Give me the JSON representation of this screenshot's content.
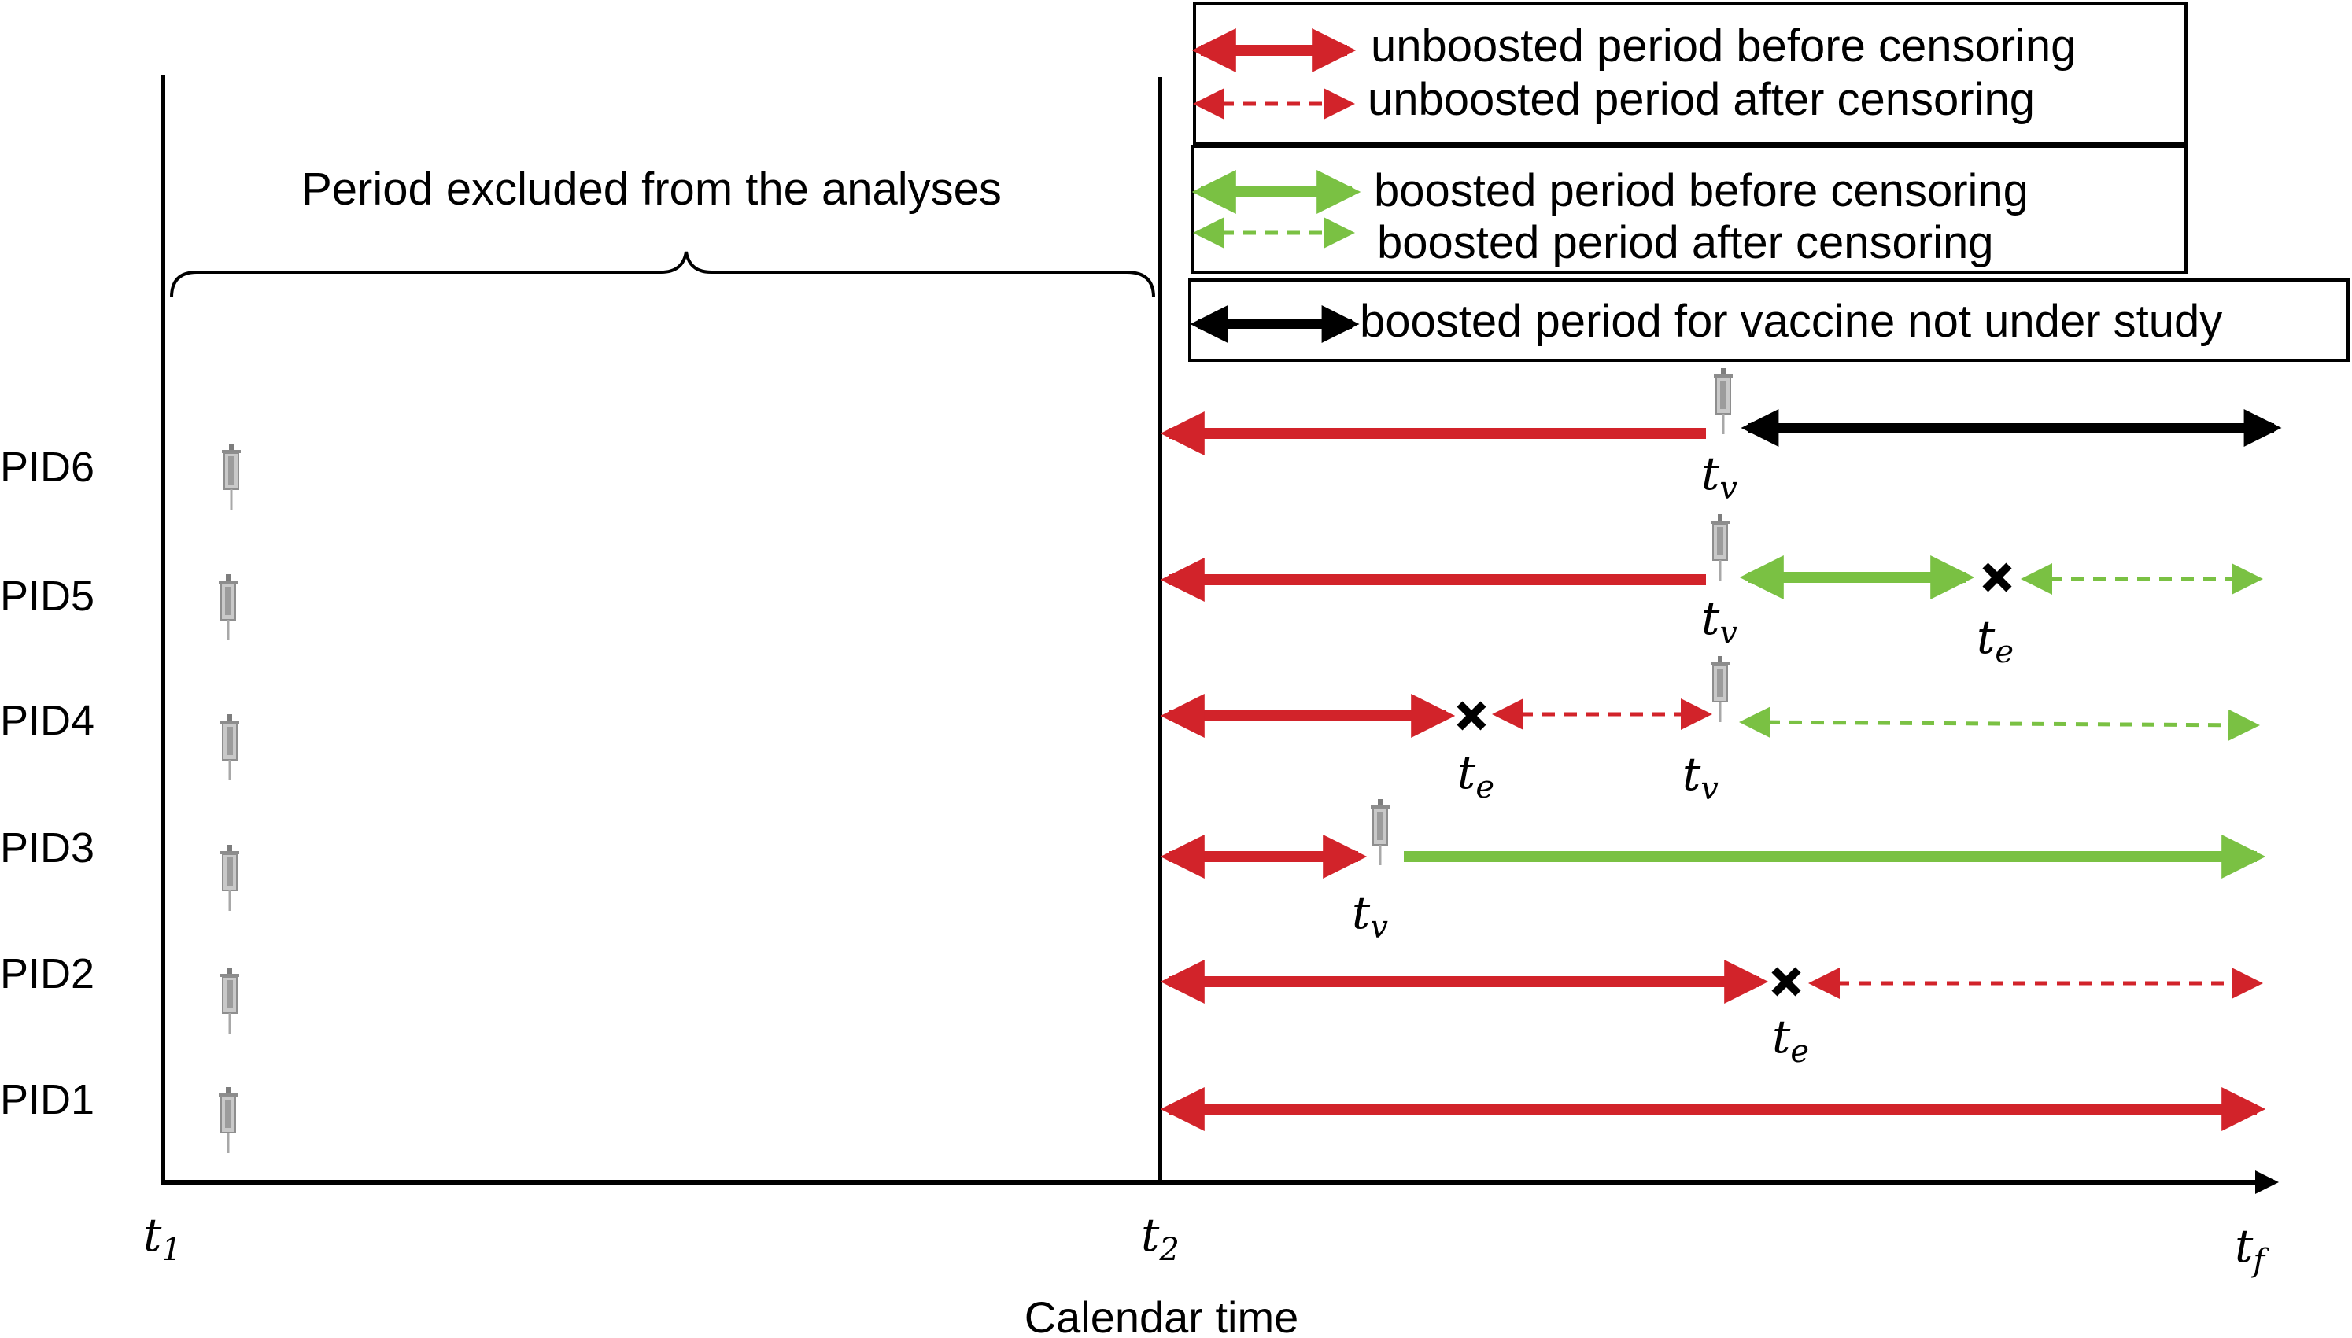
{
  "title": "",
  "colors": {
    "unboosted": "#d2232a",
    "boosted": "#7ac143",
    "other_vaccine": "#000000",
    "axis": "#000000",
    "syringe": "#9a9a9a"
  },
  "legend": [
    {
      "style": "solid",
      "color": "unboosted",
      "label": "unboosted period before censoring"
    },
    {
      "style": "dashed",
      "color": "unboosted",
      "label": "unboosted period after censoring"
    },
    {
      "style": "solid",
      "color": "boosted",
      "label": "boosted period before censoring"
    },
    {
      "style": "dashed",
      "color": "boosted",
      "label": "boosted period after censoring"
    },
    {
      "style": "solid",
      "color": "other_vaccine",
      "label": "boosted period for vaccine not under study"
    }
  ],
  "excluded_label": "Period excluded from the analyses",
  "x_axis": {
    "label": "Calendar time",
    "ticks": [
      {
        "base": "t",
        "sub": "1"
      },
      {
        "base": "t",
        "sub": "2"
      },
      {
        "base": "t",
        "sub": "f"
      }
    ]
  },
  "marker_labels": {
    "vaccination": "v",
    "event": "e",
    "base": "t"
  },
  "rows": [
    {
      "pid": "PID6",
      "order": 6
    },
    {
      "pid": "PID5",
      "order": 5
    },
    {
      "pid": "PID4",
      "order": 4
    },
    {
      "pid": "PID3",
      "order": 3
    },
    {
      "pid": "PID2",
      "order": 2
    },
    {
      "pid": "PID1",
      "order": 1
    }
  ]
}
